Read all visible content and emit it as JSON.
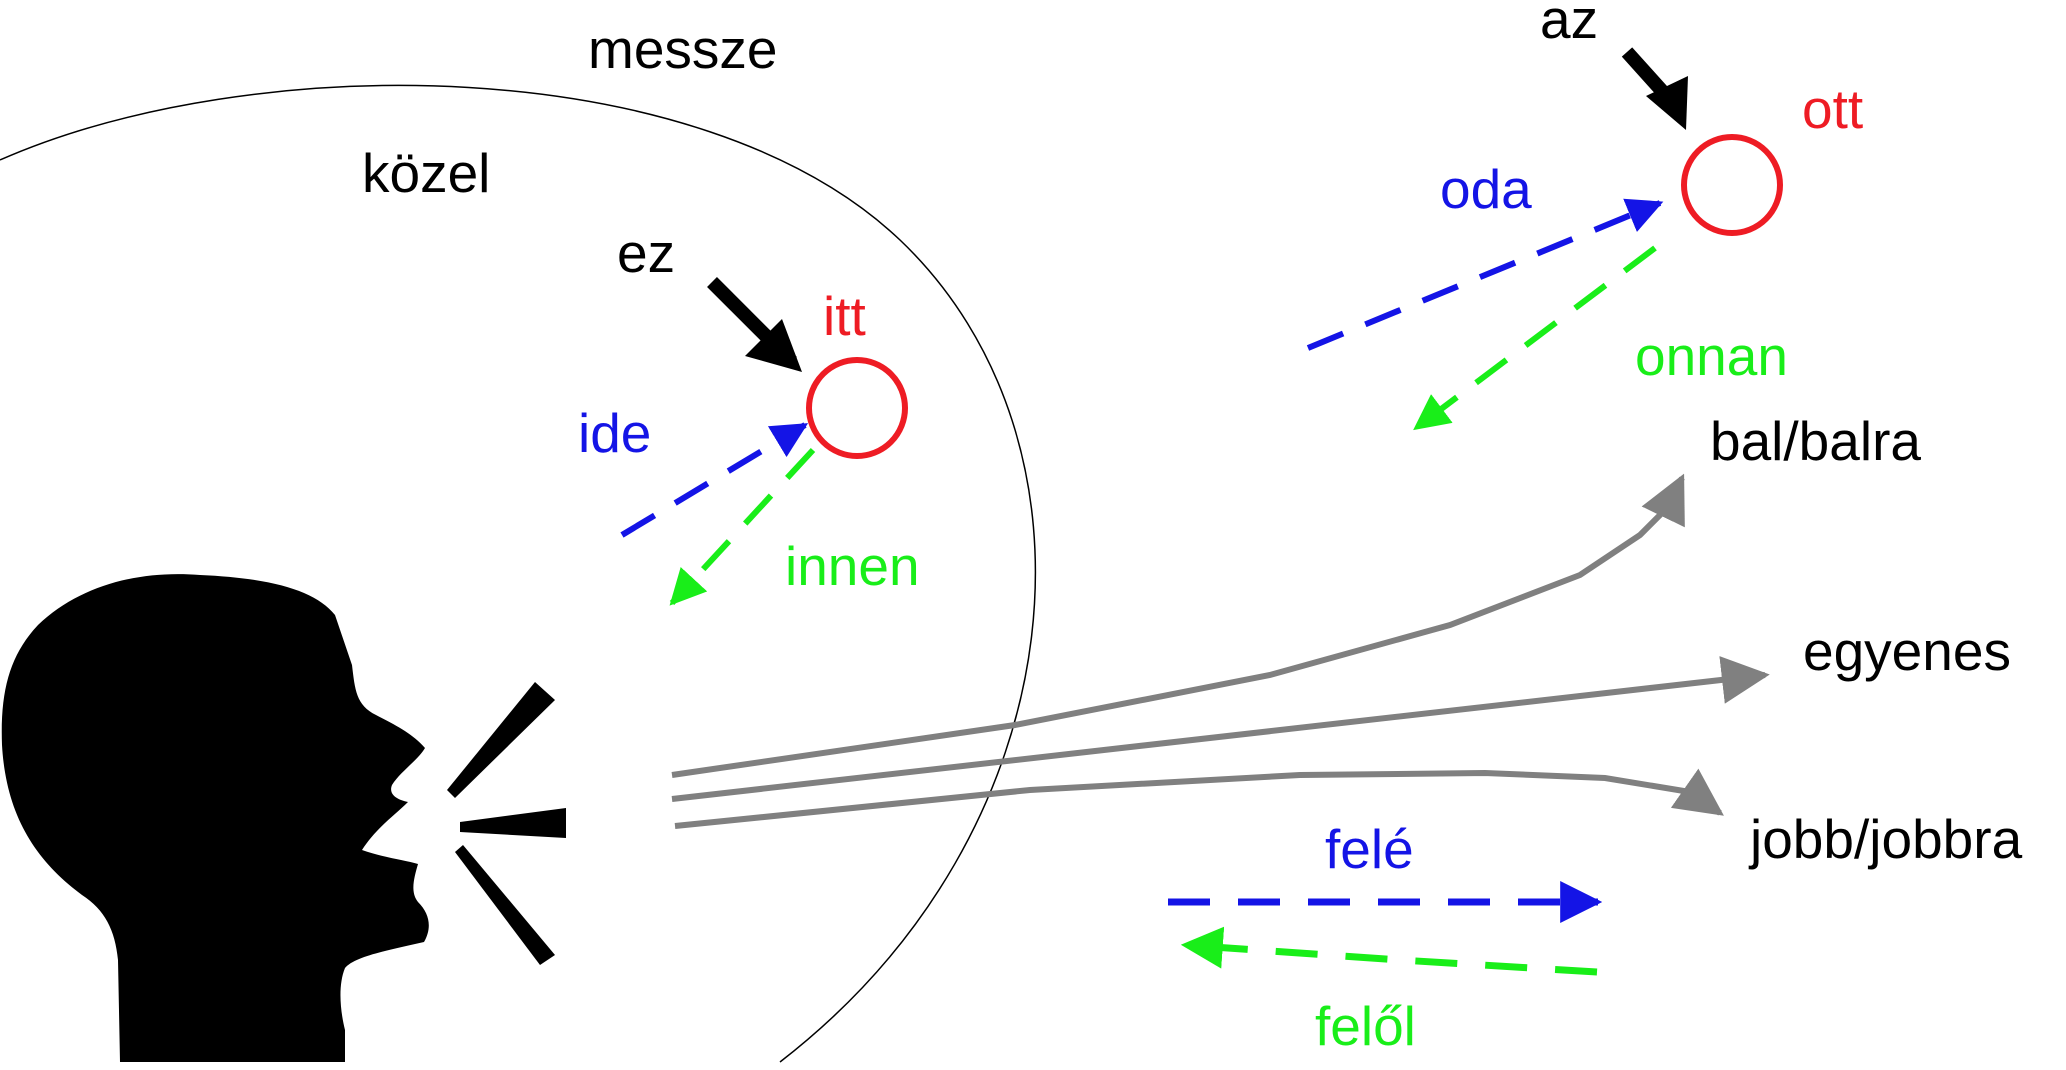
{
  "labels": {
    "messze": "messze",
    "kozel": "közel",
    "ez": "ez",
    "itt": "itt",
    "ide": "ide",
    "innen": "innen",
    "az": "az",
    "ott": "ott",
    "oda": "oda",
    "onnan": "onnan",
    "bal": "bal/balra",
    "egyenes": "egyenes",
    "jobb": "jobb/jobbra",
    "fele": "felé",
    "felol": "felől"
  },
  "colors": {
    "point_circle": "#ee1c24",
    "toward": "#1414e6",
    "away": "#19ee19",
    "direction_lines": "#808080",
    "boundary": "#000000",
    "speaker": "#000000"
  },
  "icons": {
    "speaker": "speaking-head-icon",
    "sound": "sound-wave-icon"
  }
}
